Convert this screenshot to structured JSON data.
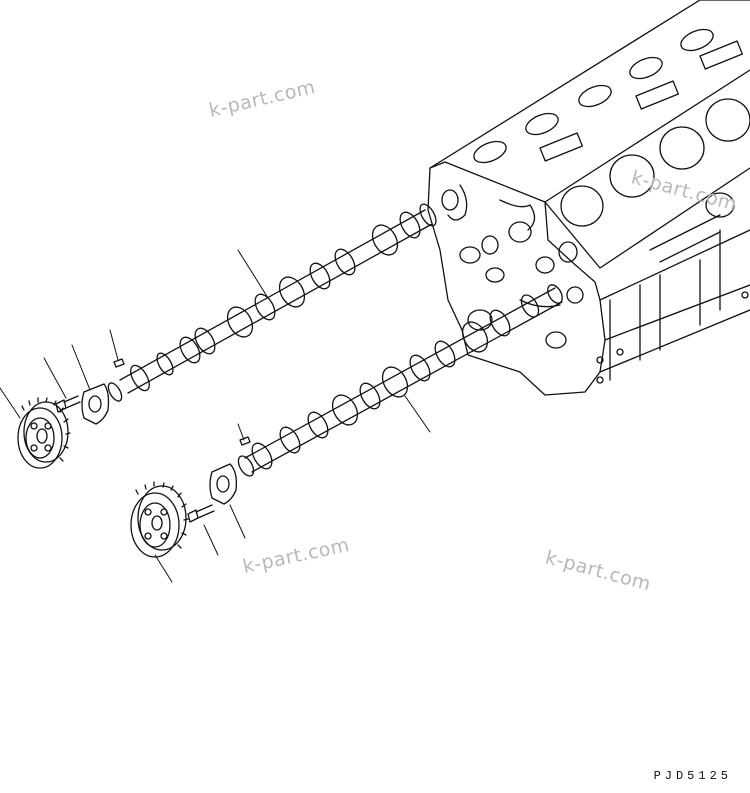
{
  "watermarks": [
    "k-part.com",
    "k-part.com",
    "k-part.com",
    "k-part.com"
  ],
  "drawing_code": "PJD5125",
  "colors": {
    "line": "#111111",
    "watermark": "#b8b8b8",
    "background": "#ffffff"
  }
}
